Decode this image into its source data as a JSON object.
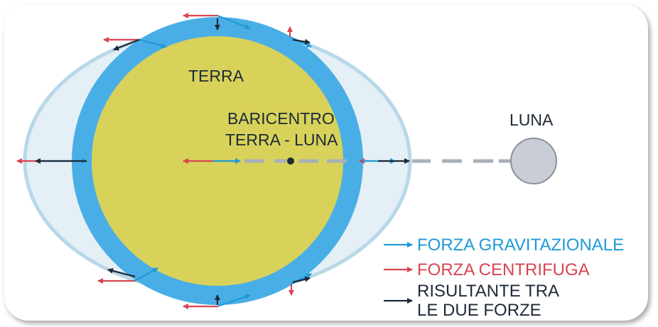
{
  "labels": {
    "earth": "TERRA",
    "barycenter_line1": "BARICENTRO",
    "barycenter_line2": "TERRA - LUNA",
    "moon": "LUNA"
  },
  "legend": [
    {
      "key": "gravitational",
      "text": "FORZA GRAVITAZIONALE",
      "color": "#1e9ad6"
    },
    {
      "key": "centrifugal",
      "text": "FORZA CENTRIFUGA",
      "color": "#d64550"
    },
    {
      "key": "resultant",
      "text": [
        "RISULTANTE TRA",
        "LE DUE FORZE"
      ],
      "color": "#1d2a38"
    }
  ],
  "colors": {
    "earth_fill": "#d8d25a",
    "water_layer": "#4aaee6",
    "tidal_bulge": "#e4eff6",
    "tidal_bulge_edge": "#b8d8e8",
    "moon_fill": "#c9ced6",
    "moon_stroke": "#8a929c",
    "axis_dash": "#a9b0ba",
    "gravitational_arrow": "#1e9ad6",
    "centrifugal_arrow": "#d64550",
    "resultant_arrow": "#1d2a38"
  }
}
